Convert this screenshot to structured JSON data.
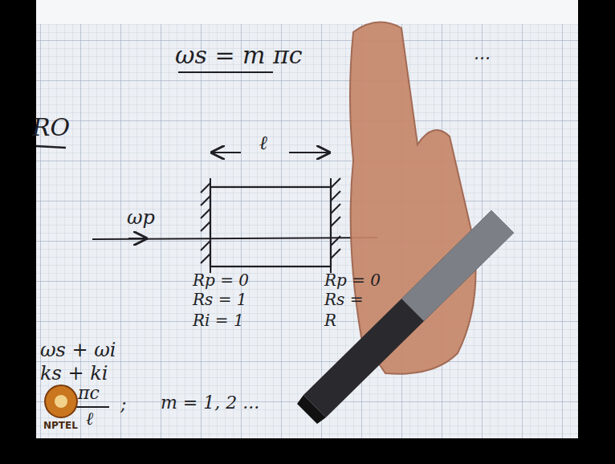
{
  "diagram": {
    "labels": [
      "ωs = m πc",
      "RO",
      "ℓ",
      "ωp",
      "Rp = 0",
      "Rs = 1",
      "Ri = 1",
      "Rp = 0",
      "Rs =",
      "R",
      "ωs + ωi",
      "ks + ki",
      "πc",
      "ℓ",
      ";",
      "m = 1, 2 ...",
      "NPTEL",
      "..."
    ]
  }
}
